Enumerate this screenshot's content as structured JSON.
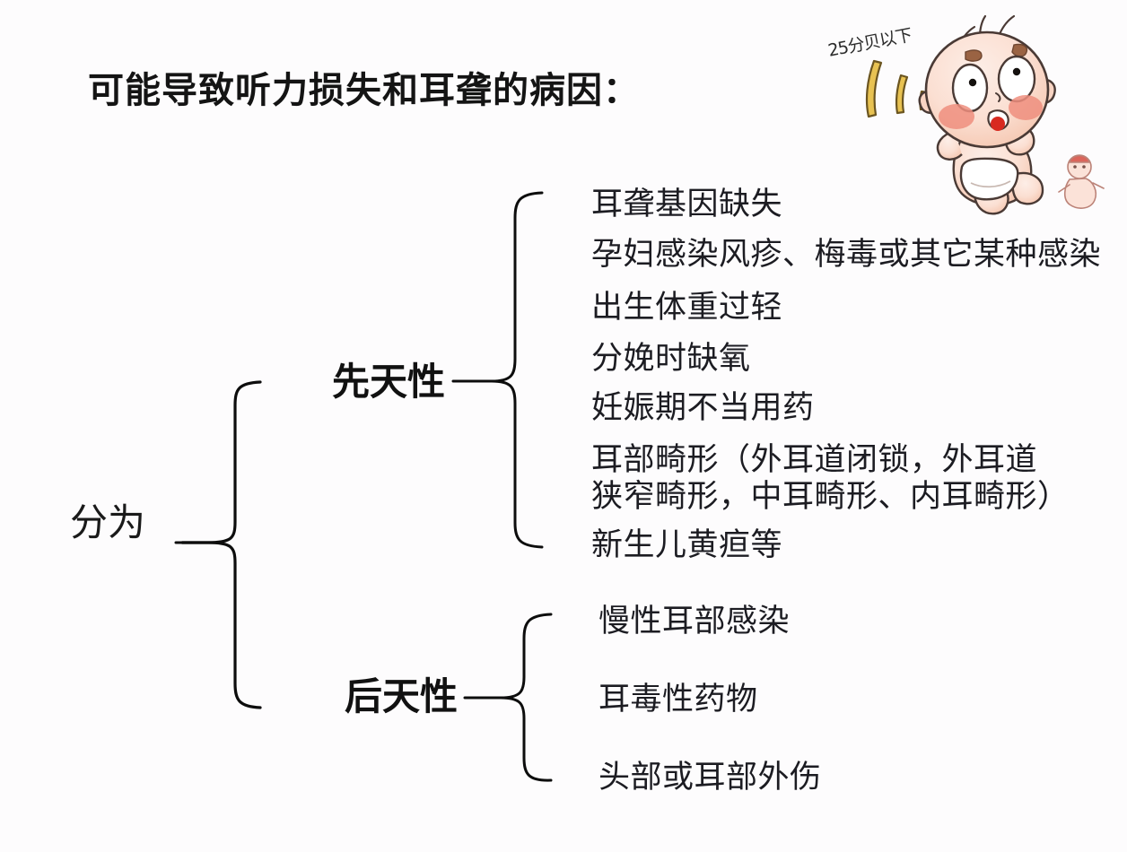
{
  "title": "可能导致听力损失和耳聋的病因：",
  "tree": {
    "root_label": "分为",
    "branches": [
      {
        "label": "先天性",
        "items": [
          "耳聋基因缺失",
          "孕妇感染风疹、梅毒或其它某种感染",
          "出生体重过轻",
          "分娩时缺氧",
          "妊娠期不当用药",
          "耳部畸形（外耳道闭锁，外耳道狭窄畸形，中耳畸形、内耳畸形）",
          "新生儿黄疸等"
        ]
      },
      {
        "label": "后天性",
        "items": [
          "慢性耳部感染",
          "耳毒性药物",
          "头部或耳部外伤"
        ]
      }
    ]
  },
  "illustration": {
    "handwritten_note": "25分贝以下",
    "colors": {
      "sound_wave": "#e8c252",
      "sound_wave_outline": "#6b5520",
      "skin": "#fce4d8",
      "skin_shade": "#f7cdbb",
      "cheek": "#ef8e7e",
      "tongue": "#d82a20",
      "outline": "#4a3a35",
      "diaper": "#ffffff",
      "hair": "#8a5a3c"
    }
  },
  "colors": {
    "background": "#fdfcfd",
    "ink": "#0d0d0d",
    "text": "#1c1c22"
  }
}
